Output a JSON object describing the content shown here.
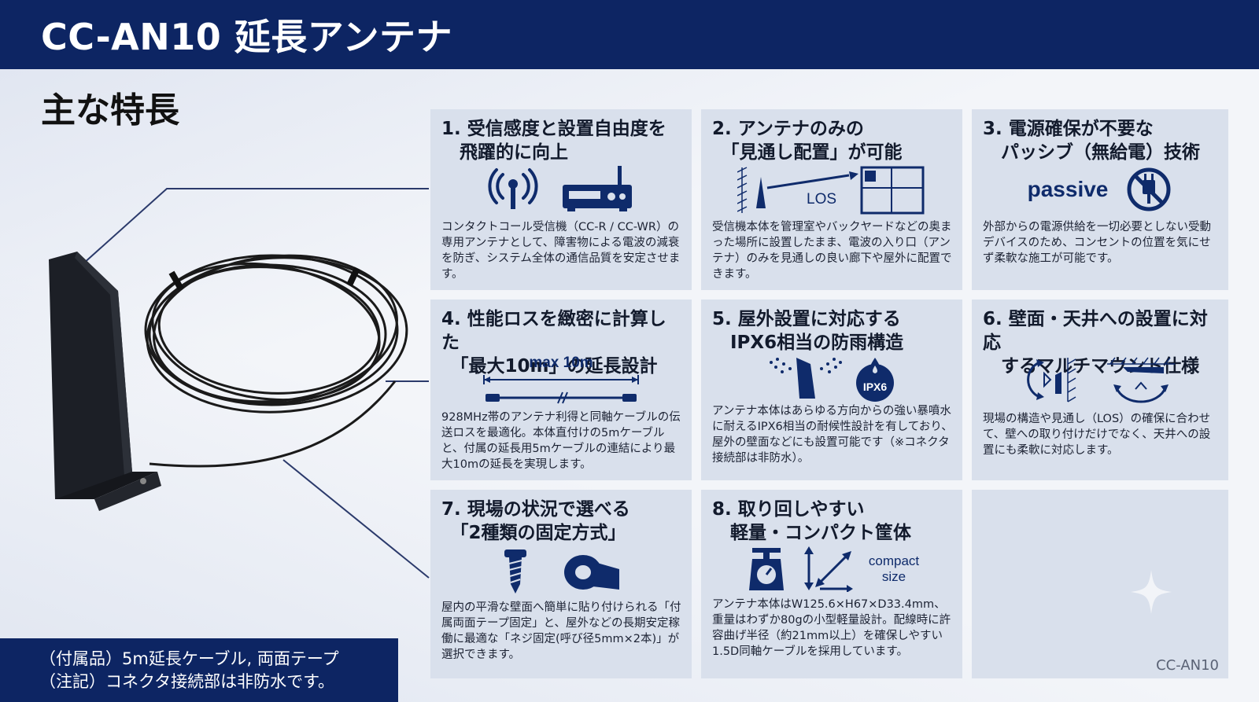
{
  "header": {
    "title": "CC-AN10 延長アンテナ"
  },
  "section": {
    "title": "主な特長"
  },
  "cards": [
    {
      "title": "1. 受信感度と設置自由度を\n　飛躍的に向上",
      "body": "コンタクトコール受信機（CC-R / CC-WR）の専用アンテナとして、障害物による電波の減衰を防ぎ、システム全体の通信品質を安定させます。"
    },
    {
      "title": "2. アンテナのみの\n　「見通し配置」が可能",
      "icon_label": "LOS",
      "body": "受信機本体を管理室やバックヤードなどの奥まった場所に設置したまま、電波の入り口（アンテナ）のみを見通しの良い廊下や屋外に配置できます。"
    },
    {
      "title": "3. 電源確保が不要な\n　パッシブ（無給電）技術",
      "icon_label": "passive",
      "body": "外部からの電源供給を一切必要としない受動デバイスのため、コンセントの位置を気にせず柔軟な施工が可能です。"
    },
    {
      "title": "4. 性能ロスを緻密に計算した\n　「最大10m」の延長設計",
      "icon_label": "max 10m",
      "body": "928MHz帯のアンテナ利得と同軸ケーブルの伝送ロスを最適化。本体直付けの5mケーブルと、付属の延長用5mケーブルの連結により最大10mの延長を実現します。"
    },
    {
      "title": "5. 屋外設置に対応する\n　IPX6相当の防雨構造",
      "icon_label": "IPX6",
      "body": "アンテナ本体はあらゆる方向からの強い暴噴水に耐えるIPX6相当の耐候性設計を有しており、屋外の壁面などにも設置可能です（※コネクタ接続部は非防水）。"
    },
    {
      "title": "6. 壁面・天井への設置に対応\n　するマルチマウント仕様",
      "body": "現場の構造や見通し（LOS）の確保に合わせて、壁への取り付けだけでなく、天井への設置にも柔軟に対応します。"
    },
    {
      "title": "7. 現場の状況で選べる\n　「2種類の固定方式」",
      "body": "屋内の平滑な壁面へ簡単に貼り付けられる「付属両面テープ固定」と、屋外などの長期安定稼働に最適な「ネジ固定(呼び径5mm×2本)」が選択できます。"
    },
    {
      "title": "8. 取り回しやすい\n　軽量・コンパクト筐体",
      "icon_label_1": "compact",
      "icon_label_2": "size",
      "body": "アンテナ本体はW125.6×H67×D33.4mm、重量はわずか80gの小型軽量設計。配線時に許容曲げ半径（約21mm以上）を確保しやすい1.5D同軸ケーブルを採用しています。"
    }
  ],
  "model_mark": "CC-AN10",
  "footer": {
    "line1": "（付属品）5m延長ケーブル, 両面テープ",
    "line2": "（注記）コネクタ接続部は非防水です。"
  },
  "colors": {
    "navy": "#0d2563",
    "card": "#d9e0ec"
  }
}
